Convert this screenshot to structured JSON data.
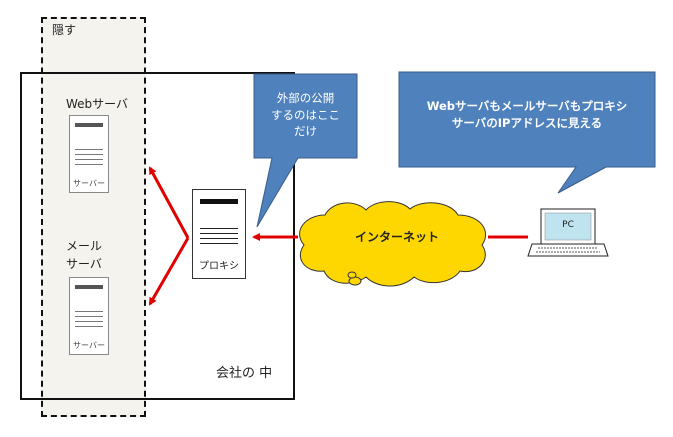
{
  "hide_zone": {
    "label": "隠す"
  },
  "company": {
    "label": "会社の 中"
  },
  "web_server": {
    "label": "Webサーバ",
    "caption": "サーバー"
  },
  "mail_server": {
    "label_line1": "メール",
    "label_line2": "サーバ",
    "caption": "サーバー"
  },
  "proxy": {
    "caption": "プロキシ"
  },
  "internet": {
    "label": "インターネット"
  },
  "pc": {
    "label": "PC"
  },
  "callout_left": {
    "line1": "外部の公開",
    "line2": "するのはここ",
    "line3": "だけ"
  },
  "callout_right": {
    "line1": "Webサーバもメールサーバもプロキシ",
    "line2": "サーバのIPアドレスに見える"
  },
  "colors": {
    "callout_fill": "#4f81bd",
    "callout_border": "#385d8a",
    "cloud_fill": "#ffd700",
    "arrow": "#e00000",
    "zone_fill": "#f4f3ee"
  }
}
